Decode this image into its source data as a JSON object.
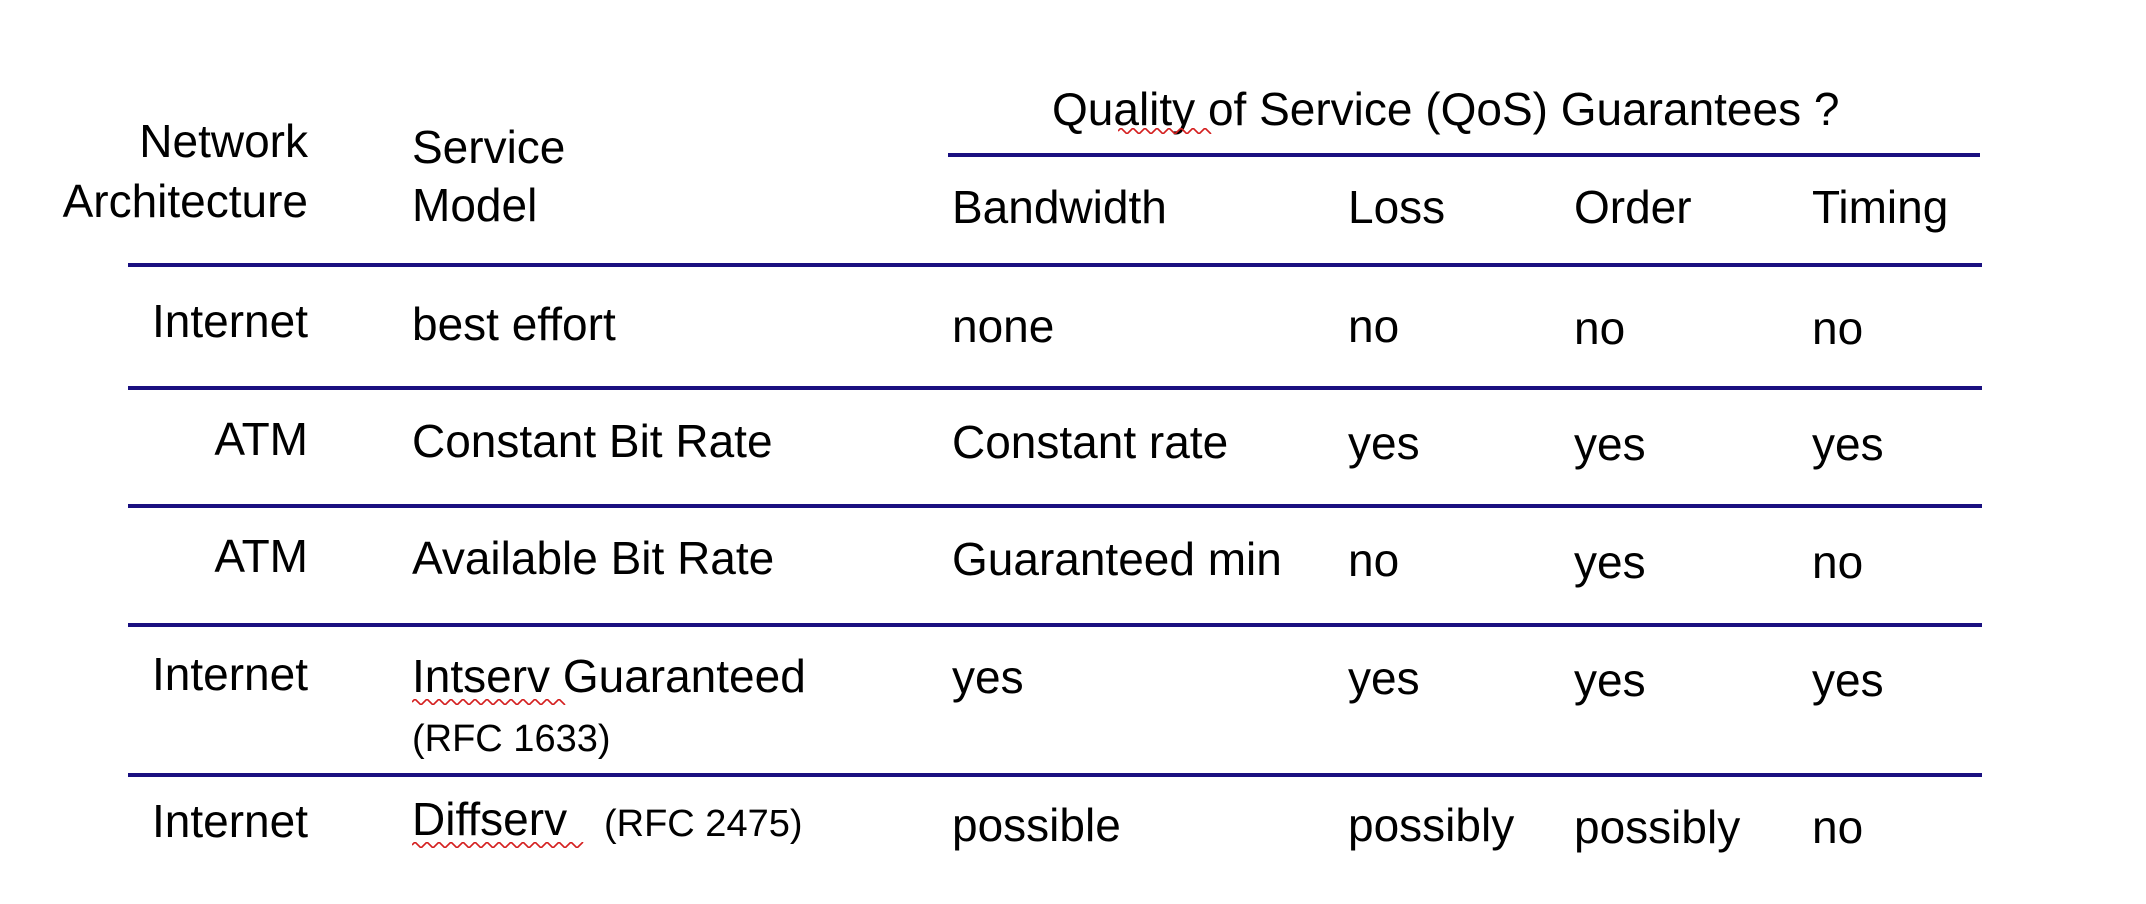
{
  "table": {
    "header": {
      "network_architecture": [
        "Network",
        "Architecture"
      ],
      "service_model": [
        "Service",
        "Model"
      ],
      "qos_group": "Quality of Service (QoS) Guarantees ?",
      "columns": [
        "Bandwidth",
        "Loss",
        "Order",
        "Timing"
      ]
    },
    "rows": [
      {
        "architecture": "Internet",
        "service_model": "best effort",
        "service_model_note": "",
        "bandwidth": "none",
        "loss": "no",
        "order": "no",
        "timing": "no"
      },
      {
        "architecture": "ATM",
        "service_model": "Constant Bit Rate",
        "service_model_note": "",
        "bandwidth": "Constant rate",
        "loss": "yes",
        "order": "yes",
        "timing": "yes"
      },
      {
        "architecture": "ATM",
        "service_model": "Available Bit Rate",
        "service_model_note": "",
        "bandwidth": "Guaranteed min",
        "loss": "no",
        "order": "yes",
        "timing": "no"
      },
      {
        "architecture": "Internet",
        "service_model": "Intserv Guaranteed",
        "service_model_note": "(RFC 1633)",
        "bandwidth": "yes",
        "loss": "yes",
        "order": "yes",
        "timing": "yes"
      },
      {
        "architecture": "Internet",
        "service_model": "Diffserv",
        "service_model_note": "(RFC 2475)",
        "bandwidth": "possible",
        "loss": "possibly",
        "order": "possibly",
        "timing": "no"
      }
    ]
  },
  "colors": {
    "rule": "#1a1080",
    "spellcheck": "#d42020",
    "text": "#000000"
  }
}
